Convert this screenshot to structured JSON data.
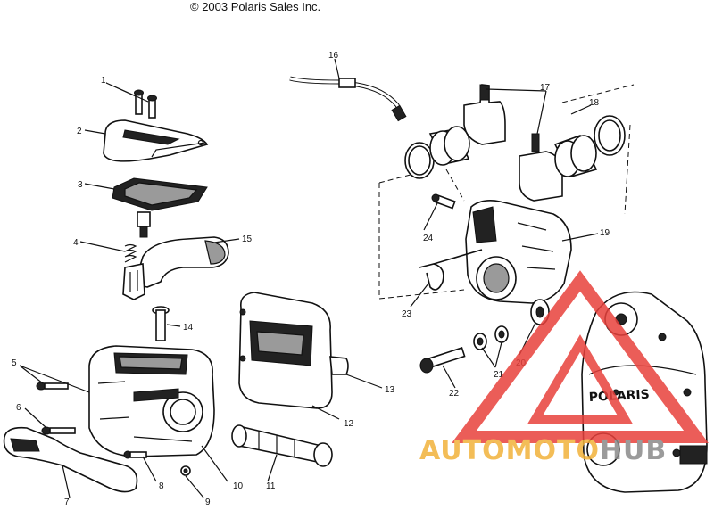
{
  "copyright": "© 2003 Polaris Sales Inc.",
  "callouts": [
    "1",
    "2",
    "3",
    "4",
    "5",
    "6",
    "7",
    "8",
    "9",
    "10",
    "11",
    "12",
    "13",
    "14",
    "15",
    "16",
    "17",
    "18",
    "19",
    "20",
    "21",
    "22",
    "23",
    "24"
  ],
  "cover_brand": "POLARIS",
  "watermark": {
    "brand_part1": "AUTOMOTO",
    "brand_part2": "HUB",
    "color_primary": "#e8413c",
    "color_secondary": "#f2b23a",
    "color_tertiary": "#8a8a8a"
  }
}
